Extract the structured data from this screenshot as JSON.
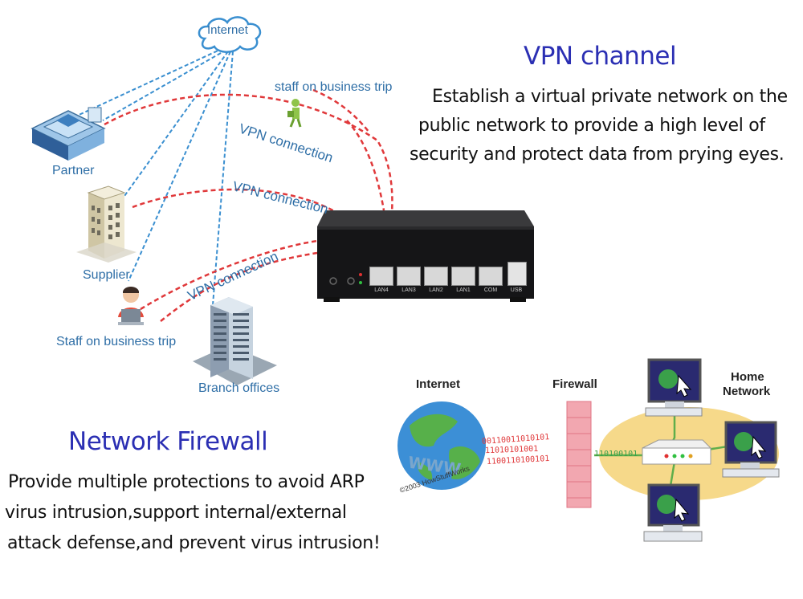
{
  "vpn_diagram": {
    "cloud_label": "Internet",
    "nodes": {
      "partner": "Partner",
      "supplier": "Supplier",
      "staff_trip": "Staff on business trip",
      "branch": "Branch offices",
      "staff_top": "staff on business trip"
    },
    "vpn_labels": [
      "VPN connection",
      "VPN connection",
      "VPN connection"
    ]
  },
  "device": {
    "ports": [
      "LAN4",
      "LAN3",
      "LAN2",
      "LAN1",
      "COM",
      "USB"
    ]
  },
  "vpn_section": {
    "title": "VPN channel",
    "lines": [
      "Establish a virtual private network on the",
      "public network to provide a high level of",
      "security and protect data from prying eyes."
    ]
  },
  "firewall_section": {
    "title": "Network Firewall",
    "lines": [
      "Provide multiple protections to avoid ARP",
      "virus intrusion,support internal/external",
      "attack defense,and prevent virus intrusion!"
    ]
  },
  "home_diagram": {
    "internet_label": "Internet",
    "firewall_label": "Firewall",
    "home_label_line1": "Home",
    "home_label_line2": "Network",
    "globe_text": "WWW",
    "copyright": "©2003 HowStuffWorks",
    "binary_red": [
      "00110011010101",
      "11010101001",
      "1100110100101"
    ],
    "binary_green": [
      "110100101"
    ]
  },
  "colors": {
    "title_blue": "#2b2fb3",
    "label_blue": "#2e6ea6",
    "vpn_red": "#e0383a",
    "link_blue": "#3a8fd0",
    "home_bg": "#f6d98a"
  }
}
